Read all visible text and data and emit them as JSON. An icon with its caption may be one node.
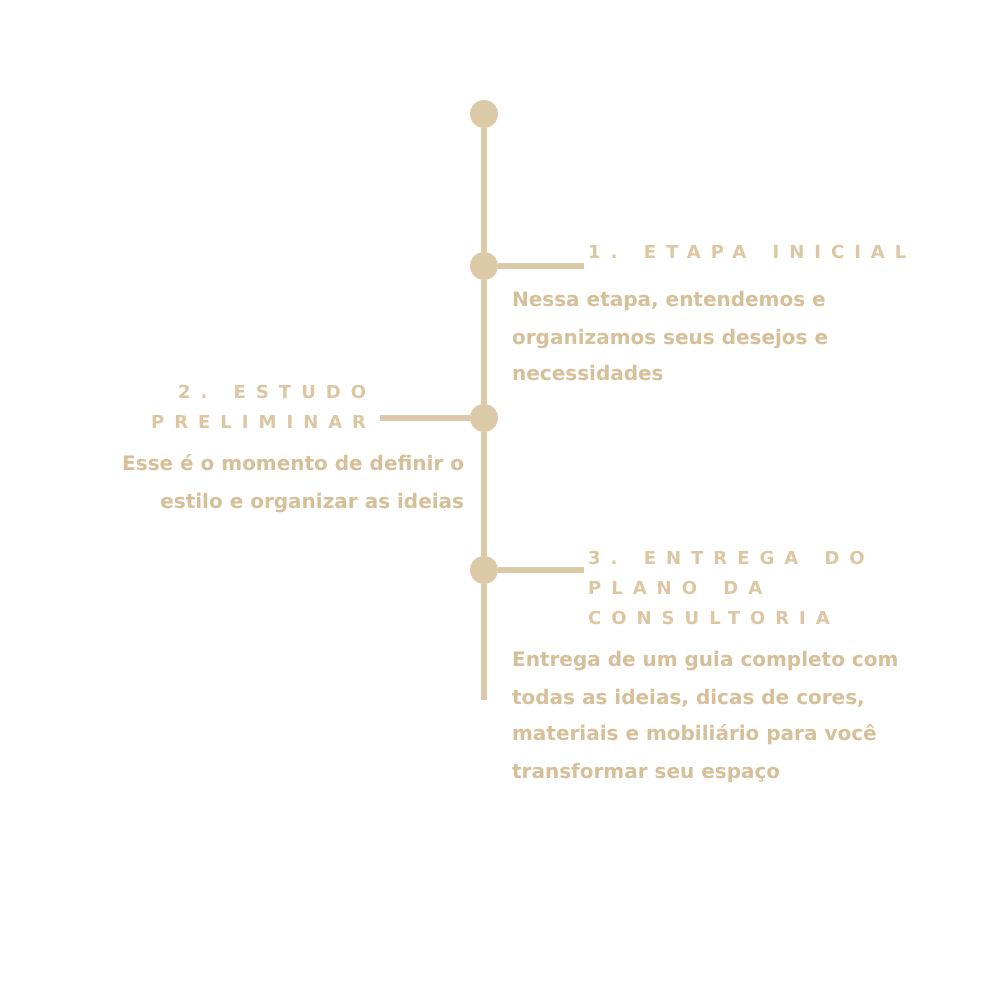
{
  "diagram": {
    "nodes": [
      {
        "text": [],
        "shape": "circle"
      },
      {
        "text": [],
        "shape": "circle"
      },
      {
        "text": [
          "1. ETAPA INICIAL"
        ]
      },
      {
        "text": [
          "2. ESTUDO PRELIMINAR"
        ]
      },
      {
        "text": [],
        "shape": "circle"
      },
      {
        "text": [],
        "shape": "circle"
      },
      {
        "text": [
          "3. ENTREGA DO PLANO DA CONSULTORIA"
        ]
      }
    ],
    "edges": [
      {
        "from": 0,
        "to": 1,
        "arrow": "none"
      },
      {
        "from": 1,
        "to": 4,
        "arrow": "none"
      },
      {
        "from": 4,
        "to": 5,
        "arrow": "none"
      },
      {
        "from": 5,
        "to": null,
        "arrow": "none"
      },
      {
        "from": 1,
        "to": 2,
        "arrow": "none"
      },
      {
        "from": 4,
        "to": 3,
        "arrow": "none"
      },
      {
        "from": 5,
        "to": 6,
        "arrow": "none"
      }
    ],
    "labels": [
      "Nessa etapa, entendemos e organizamos seus desejos e necessidades",
      "Esse é o momento de definir o estilo e organizar as ideias",
      "Entrega de um guia completo com todas as ideias, dicas de cores, materiais e mobiliário para você transformar seu espaço"
    ]
  }
}
